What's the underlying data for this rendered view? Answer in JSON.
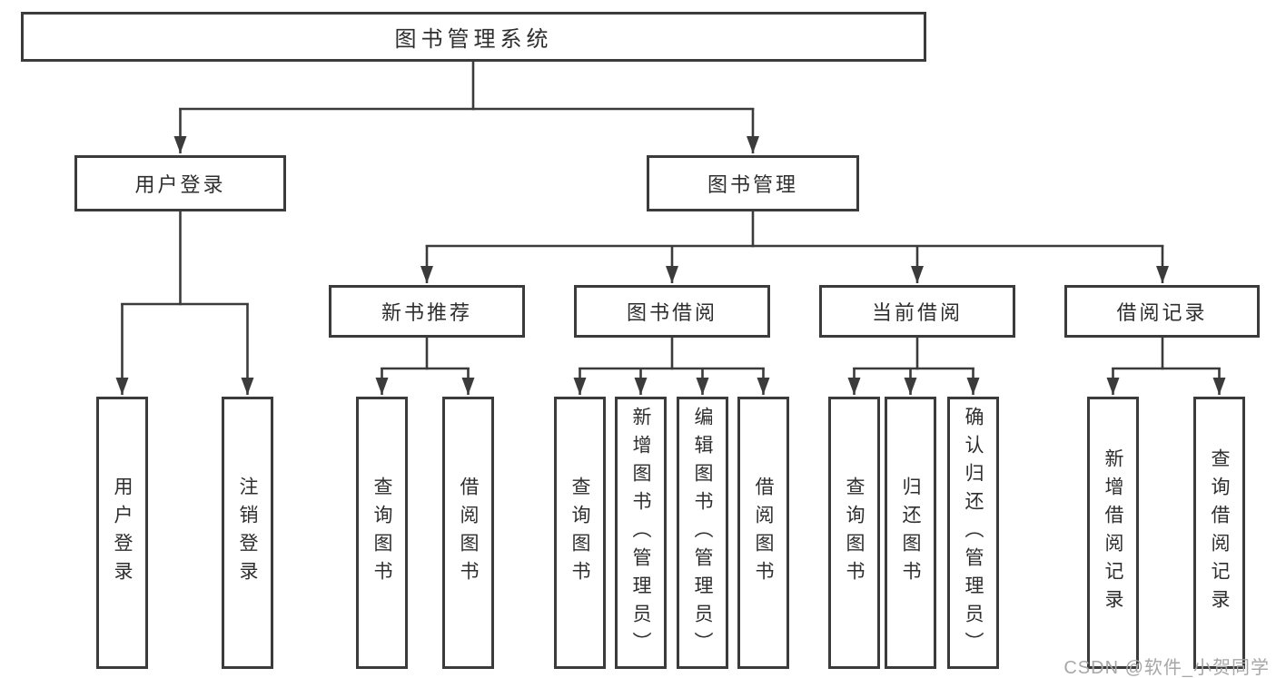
{
  "tree": {
    "label": "图书管理系统",
    "children": [
      {
        "label": "用户登录",
        "children": [
          {
            "label": "用户登录"
          },
          {
            "label": "注销登录"
          }
        ]
      },
      {
        "label": "图书管理",
        "children": [
          {
            "label": "新书推荐",
            "children": [
              {
                "label": "查询图书"
              },
              {
                "label": "借阅图书"
              }
            ]
          },
          {
            "label": "图书借阅",
            "children": [
              {
                "label": "查询图书"
              },
              {
                "label": "新增图书（管理员）"
              },
              {
                "label": "编辑图书（管理员）"
              },
              {
                "label": "借阅图书"
              }
            ]
          },
          {
            "label": "当前借阅",
            "children": [
              {
                "label": "查询图书"
              },
              {
                "label": "归还图书"
              },
              {
                "label": "确认归还（管理员）"
              }
            ]
          },
          {
            "label": "借阅记录",
            "children": [
              {
                "label": "新增借阅记录"
              },
              {
                "label": "查询借阅记录"
              }
            ]
          }
        ]
      }
    ]
  },
  "watermark": "CSDN @软件_小贺同学",
  "colors": {
    "line": "#3b3b3b",
    "text": "#2e2e2e",
    "watermark": "#a7a7a7",
    "background": "#ffffff"
  }
}
